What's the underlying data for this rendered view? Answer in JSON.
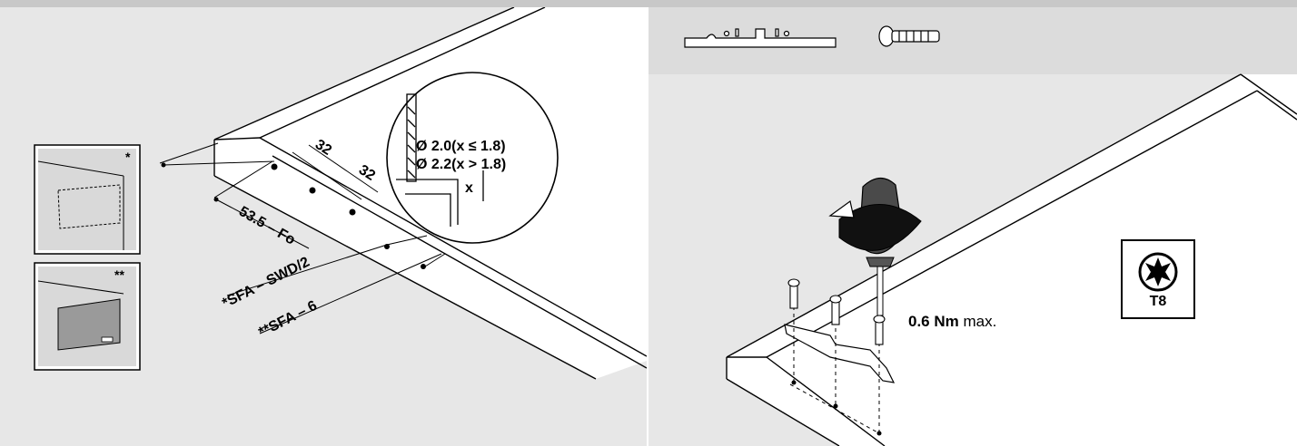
{
  "left_panel": {
    "inset_top_marker": "*",
    "inset_bottom_marker": "**",
    "dim_32_a": "32",
    "dim_32_b": "32",
    "dim_fo": "53.5 – Fo",
    "dim_sfa_swd": "*SFA – SWD/2",
    "dim_sfa_6": "**SFA – 6",
    "detail_x": "x",
    "drill_line_1": "Ø 2.0(x ≤ 1.8)",
    "drill_line_2": "Ø 2.2(x > 1.8)"
  },
  "right_panel": {
    "torque_value": "0.6 Nm",
    "torque_suffix": " max.",
    "bit_label": "T8"
  }
}
